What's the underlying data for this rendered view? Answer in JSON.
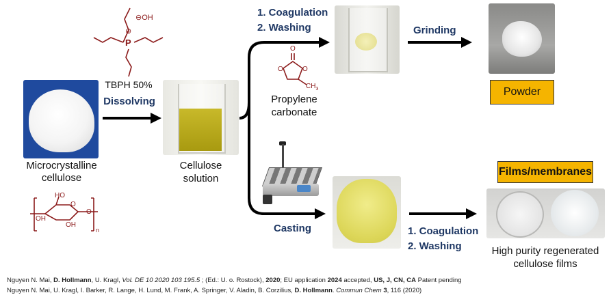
{
  "chemicals": {
    "tbph_oh": "⊖OH",
    "tbph_plus": "⊕",
    "tbph_p": "P",
    "pc_o_top": "O",
    "pc_o_ring1": "O",
    "pc_o_ring2": "O",
    "pc_ch3": "CH",
    "pc_ch3_sub": "3",
    "cell_ho": "HO",
    "cell_o_ring": "O",
    "cell_oh_left": "OH",
    "cell_oh_bottom": "OH",
    "cell_o_link": "O",
    "cell_n": "n"
  },
  "steps": {
    "tbph": "TBPH 50%",
    "dissolving": "Dissolving",
    "coag_top_1": "1. Coagulation",
    "coag_top_2": "2. Washing",
    "grinding": "Grinding",
    "casting": "Casting",
    "coag_bottom_1": "1. Coagulation",
    "coag_bottom_2": "2. Washing"
  },
  "labels": {
    "mcc_1": "Microcrystalline",
    "mcc_2": "cellulose",
    "solution_1": "Cellulose",
    "solution_2": "solution",
    "pc_1": "Propylene",
    "pc_2": "carbonate",
    "films_1": "High purity regenerated",
    "films_2": "cellulose films"
  },
  "boxes": {
    "powder": "Powder",
    "films": "Films/membranes"
  },
  "references": {
    "ref1": {
      "authors_a": "Nguyen N. Mai, ",
      "author_b": "D. Hollmann",
      "authors_c": ", U. Kragl, ",
      "journal": "Vol. DE 10 2020 103 195.5",
      "mid": " ; (Ed.: U. o. Rostock), ",
      "year": "2020",
      "eu": "; EU application ",
      "year2": "2024",
      "accepted": " accepted, ",
      "countries": "US, J, CN, CA",
      "pending": " Patent pending"
    },
    "ref2": {
      "authors": "Nguyen N. Mai, U. Kragl, I. Barker, R. Lange, H. Lund, M. Frank, A. Springer, V. Aladin, B. Corzilius, ",
      "author_b": "D. Hollmann",
      "sep": ". ",
      "journal": "Commun Chem",
      "space": " ",
      "vol": "3",
      "tail": ", 116 (2020)"
    }
  },
  "colors": {
    "chem": "#8b1a1a",
    "navy": "#1f3864",
    "orange": "#f5b400",
    "arrow": "#000000"
  }
}
